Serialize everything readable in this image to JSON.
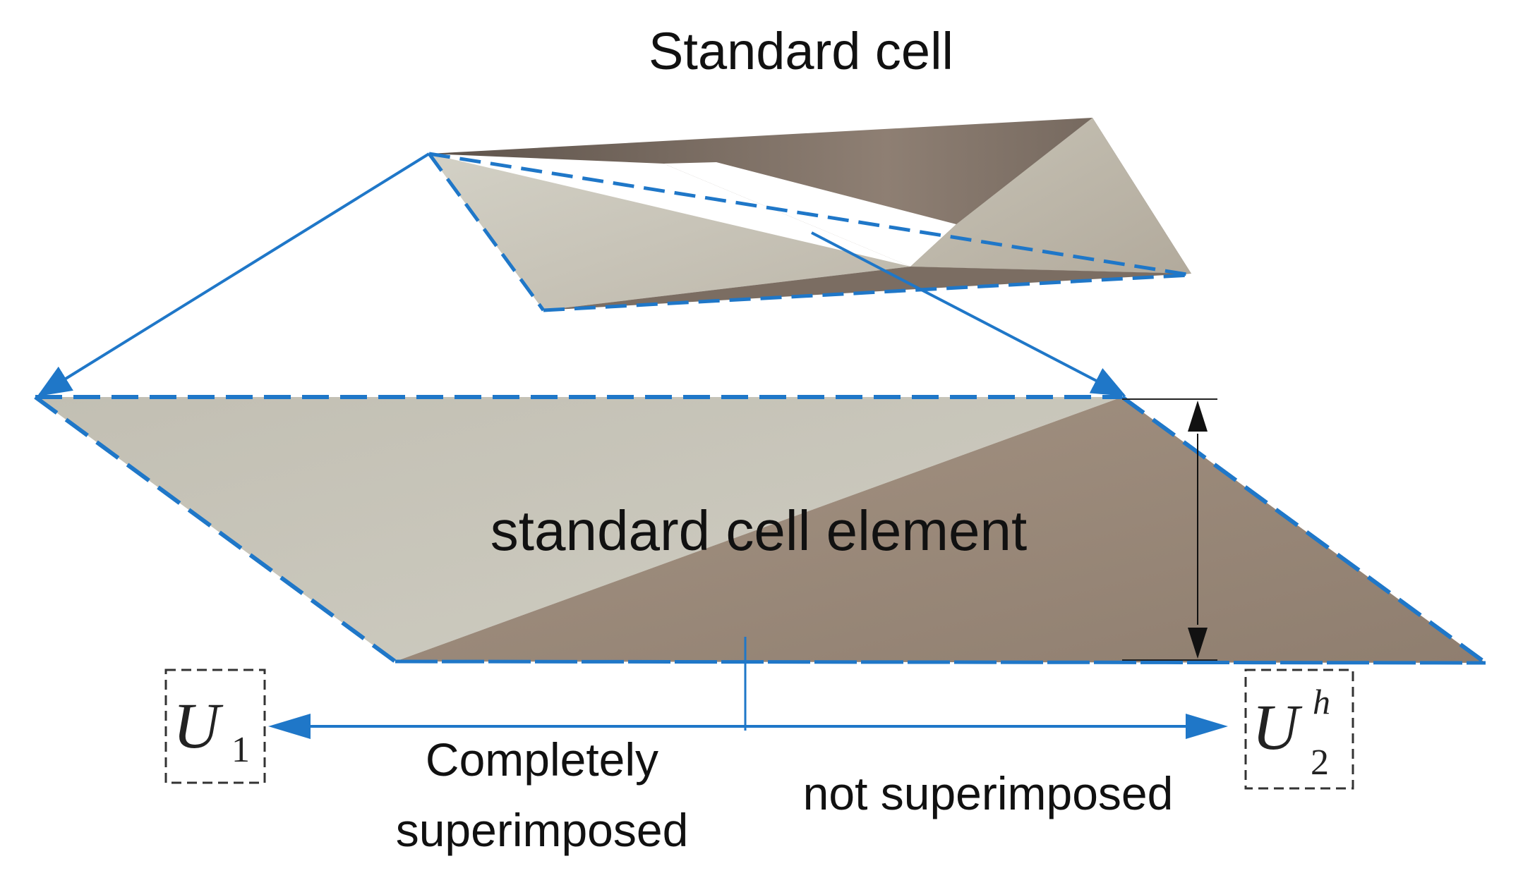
{
  "title": "Standard cell",
  "element_label": "standard cell element",
  "label_left_line1": "Completely",
  "label_left_line2": "superimposed",
  "label_right": "not superimposed",
  "u1": {
    "symbol": "U",
    "subscript": "1"
  },
  "u2": {
    "symbol": "U",
    "subscript": "2",
    "superscript": "h"
  },
  "colors": {
    "accent_blue": "#1f77c8",
    "surface_light": "#c9c6bb",
    "surface_dark": "#9c8b7c",
    "fold_dark": "#6f6256",
    "dimension_line": "#111111",
    "box_dash": "#333333"
  }
}
